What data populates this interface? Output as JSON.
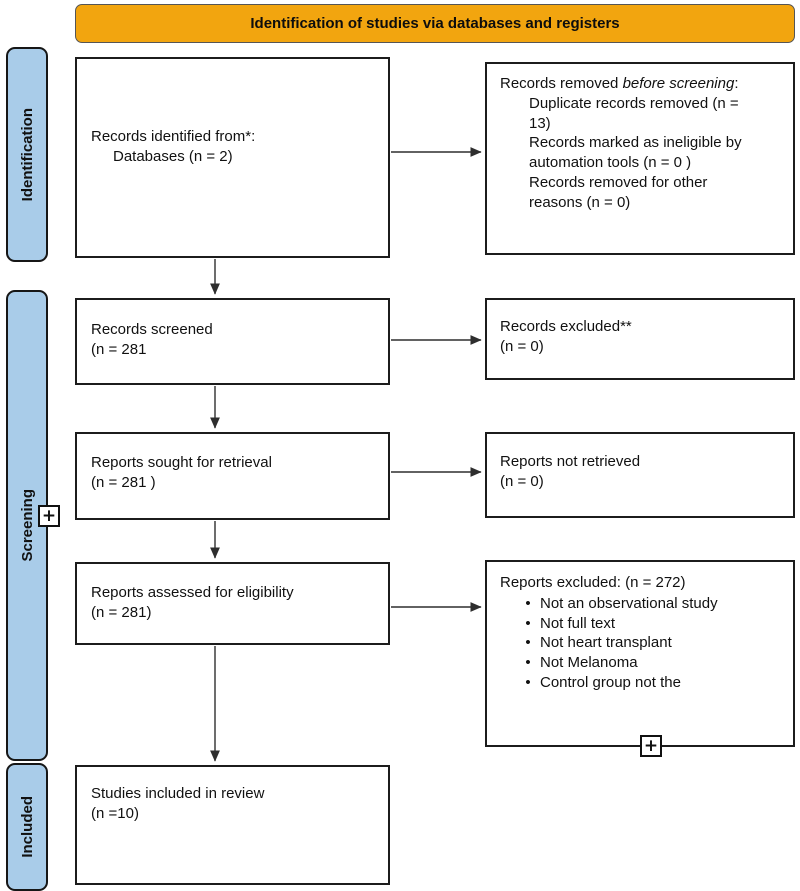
{
  "header": {
    "title": "Identification of studies via databases and registers",
    "bg_color": "#F2A50F"
  },
  "sidebar": {
    "bg_color": "#A9CCE9",
    "items": [
      {
        "label": "Identification"
      },
      {
        "label": "Screening"
      },
      {
        "label": "Included"
      }
    ]
  },
  "boxes": {
    "records_identified": {
      "line1": "Records identified from*:",
      "line2": "Databases (n = 2)"
    },
    "records_removed": {
      "intro_normal": "Records removed ",
      "intro_italic": "before screening",
      "intro_colon": ":",
      "items": [
        "Duplicate records removed  (n = 13)",
        "Records marked as ineligible by automation tools (n = 0 )",
        "Records removed for other reasons (n = 0)"
      ]
    },
    "records_screened": {
      "line1": "Records screened",
      "line2": "(n = 281"
    },
    "records_excluded": {
      "line1": "Records excluded**",
      "line2": "(n = 0)"
    },
    "reports_sought": {
      "line1": "Reports sought for retrieval",
      "line2": "(n = 281 )"
    },
    "reports_not_retrieved": {
      "line1": "Reports not retrieved",
      "line2": "(n = 0)"
    },
    "reports_assessed": {
      "line1": "Reports assessed for eligibility",
      "line2": "(n = 281)"
    },
    "reports_excluded": {
      "title": "Reports excluded: (n = 272)",
      "bullets": [
        "Not an observational study",
        "Not full text",
        "Not heart transplant",
        "Not Melanoma",
        "Control group not the"
      ]
    },
    "studies_included": {
      "line1": "Studies included in review",
      "line2": "(n =10)"
    }
  },
  "icons": {
    "bullet": "•",
    "expand": "+"
  }
}
